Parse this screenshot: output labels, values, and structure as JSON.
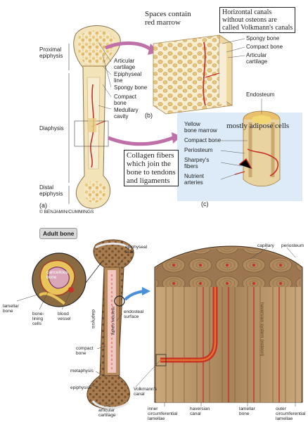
{
  "top": {
    "annotations": {
      "marrow": "Spaces contain\nred marrow",
      "volkmann": "Horizontal canals\nwithout osteons are\ncalled Volkmann's canals",
      "adipose": "mostly adipose cells",
      "collagen": "Collagen fibers\nwhich join the\nbone to tendons\nand ligaments"
    },
    "region_labels": {
      "proximal": "Proximal\nepiphysis",
      "diaphysis": "Diaphysis",
      "distal": "Distal\nepiphysis"
    },
    "bone_labels": {
      "articular": "Articular\ncartilage",
      "epiphyseal": "Epiphyseal\nline",
      "spongy": "Spongy bone",
      "compact": "Compact\nbone",
      "medullary": "Medullary\ncavity"
    },
    "b_labels": {
      "spongy": "Spongy bone",
      "compact": "Compact bone",
      "articular": "Articular\ncartilage"
    },
    "c_labels": {
      "endosteum": "Endosteum",
      "yellow": "Yellow\nbone marrow",
      "compact": "Compact bone",
      "periosteum": "Periosteum",
      "sharpey": "Sharpey's\nfibers",
      "nutrient": "Nutrient\narteries"
    },
    "panel_a": "(a)",
    "panel_b": "(b)",
    "panel_c": "(c)",
    "copyright": "© BENJAMIN/CUMMINGS"
  },
  "bottom": {
    "title": "Adult bone",
    "left_labels": {
      "cancellous": "cancellous\nbone",
      "lamellar": "lamellar\nbone",
      "lining": "bone-\nlining\ncells",
      "vessel": "blood\nvessel",
      "compact": "compact\nbone",
      "metaphysis": "metaphysis",
      "epiphysis": "epiphysis",
      "articular": "articular\ncartilage"
    },
    "shaft_labels": {
      "epiphyseal_scar": "epiphyseal\nscar",
      "diaphysis": "diaphysis",
      "marrow": "marrow cavity",
      "endosteal": "endosteal\nsurface",
      "volkmann": "Volkmann's\ncanal"
    },
    "block_labels": {
      "capillary": "capillary",
      "periosteum": "periosteum",
      "haversian_system": "haversian system (osteon)",
      "inner": "inner\ncircumferential\nlamellae",
      "haversian_canal": "haversian\ncanal",
      "lamellar": "lamellar\nbone",
      "outer": "outer\ncircumferential\nlamellae"
    }
  },
  "colors": {
    "bone": "#f2e3b8",
    "spongy": "#e8c77f",
    "vessel": "#c8312a",
    "blue_panel": "#dcebf7",
    "arrow": "#c070a8",
    "adult_bone": "#b88a5c",
    "cortex": "#8c6b45",
    "marrow": "#f0c8c0"
  }
}
